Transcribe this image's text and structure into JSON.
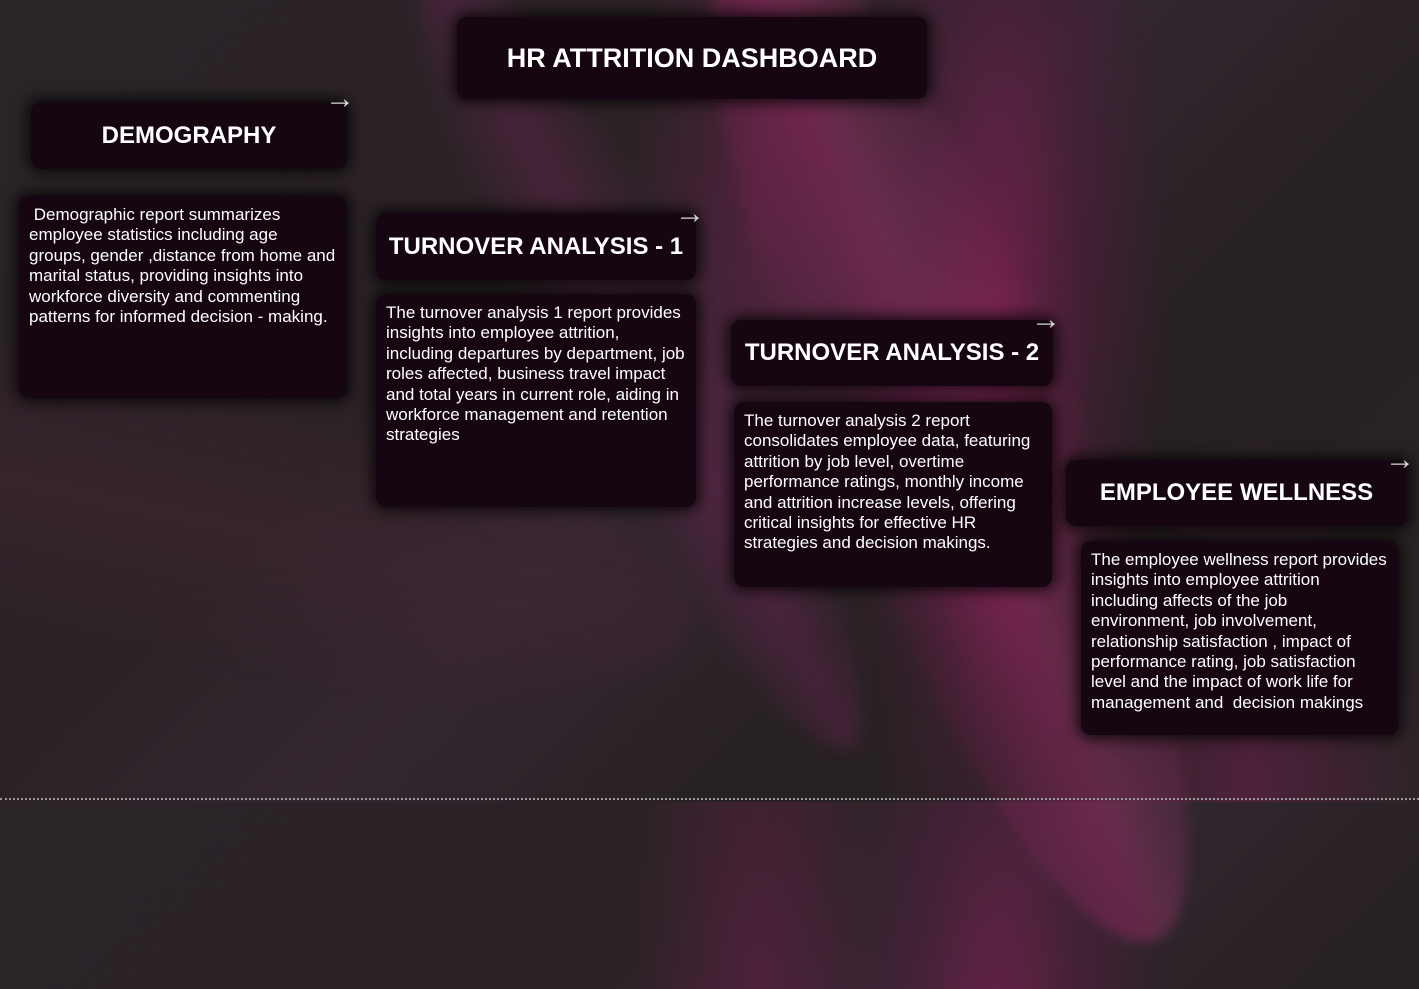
{
  "dashboard": {
    "title": "HR ATTRITION DASHBOARD"
  },
  "sections": [
    {
      "title": "DEMOGRAPHY",
      "description": " Demographic report summarizes employee statistics including age groups, gender ,distance from home and marital status, providing insights into workforce diversity and commenting patterns for informed decision - making.",
      "arrow_icon": "arrow-right-icon"
    },
    {
      "title": "TURNOVER ANALYSIS - 1",
      "description": "The turnover analysis 1 report provides insights into employee attrition, including departures by department, job roles affected, business travel impact and total years in current role, aiding in workforce management and retention strategies",
      "arrow_icon": "arrow-right-icon"
    },
    {
      "title": "TURNOVER ANALYSIS - 2",
      "description": "The turnover analysis 2 report consolidates employee data, featuring attrition by job level, overtime performance ratings, monthly income and attrition increase levels, offering critical insights for effective HR strategies and decision makings.",
      "arrow_icon": "arrow-right-icon"
    },
    {
      "title": "EMPLOYEE WELLNESS",
      "description": "The employee wellness report provides insights into employee attrition including affects of the job environment, job involvement, relationship satisfaction , impact of performance rating, job satisfaction level and the impact of work life for management and  decision makings",
      "arrow_icon": "arrow-right-icon"
    }
  ],
  "arrow_glyph": "→",
  "colors": {
    "card_background": "#150612",
    "text": "#ffffff",
    "accent_magenta": "#b8287a",
    "arrow": "#d6d6d6"
  }
}
